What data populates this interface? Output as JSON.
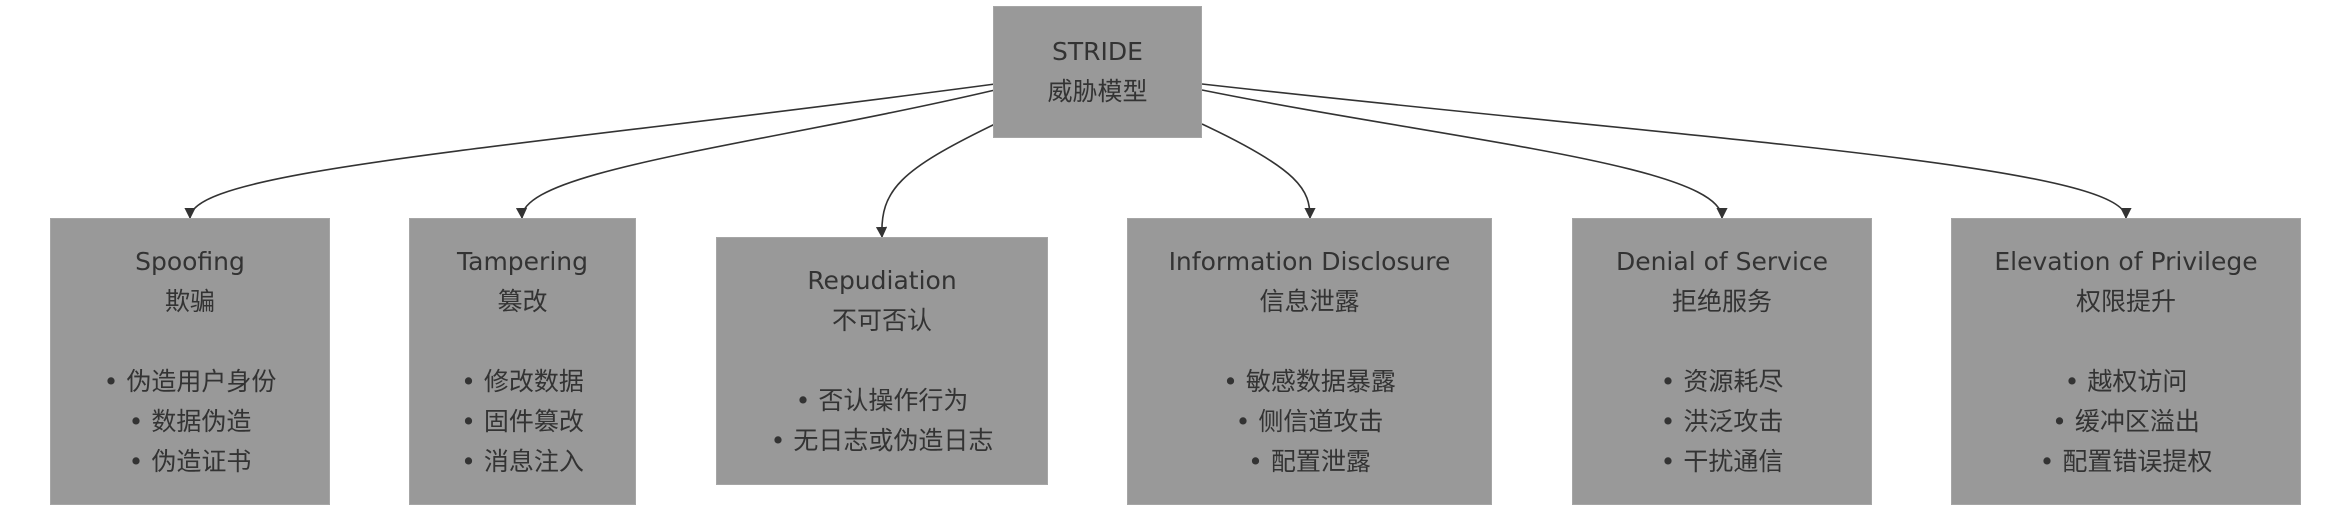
{
  "root": {
    "title": "STRIDE",
    "subtitle": "威胁模型"
  },
  "threats": [
    {
      "name": "Spoofing",
      "cn": "欺骗",
      "items": [
        "伪造用户身份",
        "数据伪造",
        "伪造证书"
      ]
    },
    {
      "name": "Tampering",
      "cn": "篡改",
      "items": [
        "修改数据",
        "固件篡改",
        "消息注入"
      ]
    },
    {
      "name": "Repudiation",
      "cn": "不可否认",
      "items": [
        "否认操作行为",
        "无日志或伪造日志"
      ]
    },
    {
      "name": "Information Disclosure",
      "cn": "信息泄露",
      "items": [
        "敏感数据暴露",
        "侧信道攻击",
        "配置泄露"
      ]
    },
    {
      "name": "Denial of Service",
      "cn": "拒绝服务",
      "items": [
        "资源耗尽",
        "洪泛攻击",
        "干扰通信"
      ]
    },
    {
      "name": "Elevation of Privilege",
      "cn": "权限提升",
      "items": [
        "越权访问",
        "缓冲区溢出",
        "配置错误提权"
      ]
    }
  ],
  "colors": {
    "node_fill": "#999999",
    "edge": "#333333",
    "text": "#333333"
  }
}
